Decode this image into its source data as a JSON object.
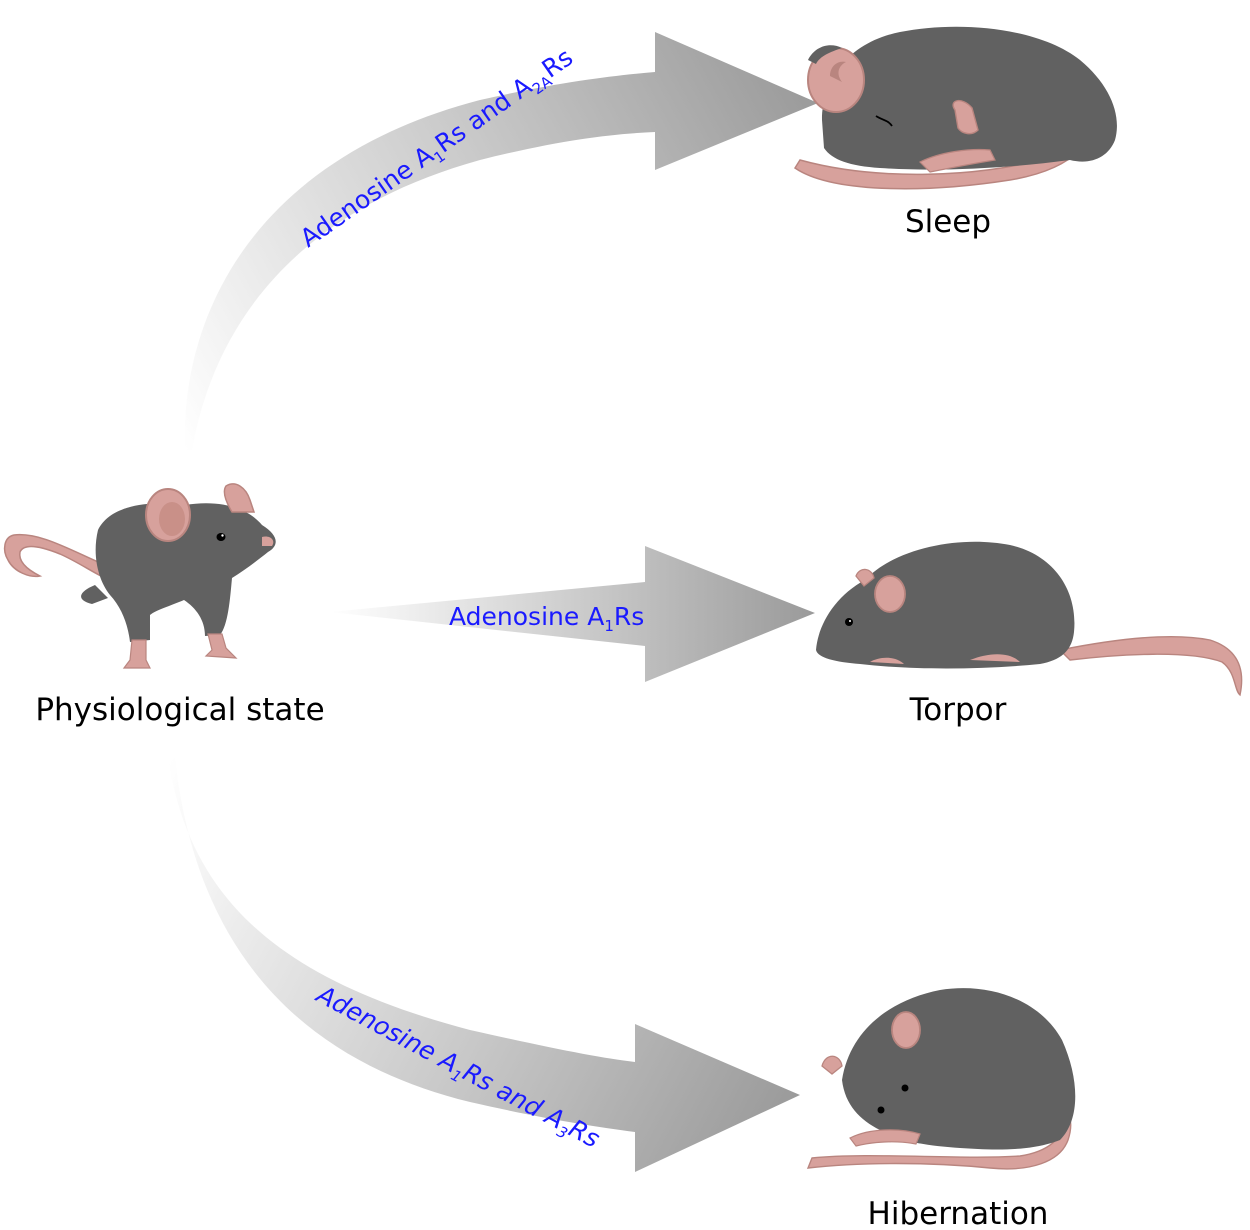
{
  "colors": {
    "mouse_body": "#616161",
    "mouse_pink": "#d7a19c",
    "mouse_pink_dark": "#b9857f",
    "arrow_gray": "#9a9a9a",
    "label_blue": "#1a1aff"
  },
  "nodes": {
    "source": {
      "label": "Physiological state"
    },
    "sleep": {
      "label": "Sleep"
    },
    "torpor": {
      "label": "Torpor"
    },
    "hibernation": {
      "label": "Hibernation"
    }
  },
  "arrows": {
    "to_sleep": {
      "pre": "Adenosine A",
      "sub1": "1",
      "mid": "Rs and A",
      "sub2": "2A",
      "post": "Rs"
    },
    "to_torpor": {
      "pre": "Adenosine A",
      "sub1": "1",
      "post": "Rs"
    },
    "to_hibernation": {
      "pre": "Adenosine A",
      "sub1": "1",
      "mid": "Rs and A",
      "sub2": "3",
      "post": "Rs"
    }
  },
  "icons": [
    "mouse-standing-icon",
    "mouse-sleeping-icon",
    "mouse-torpor-icon",
    "mouse-hibernating-icon"
  ]
}
